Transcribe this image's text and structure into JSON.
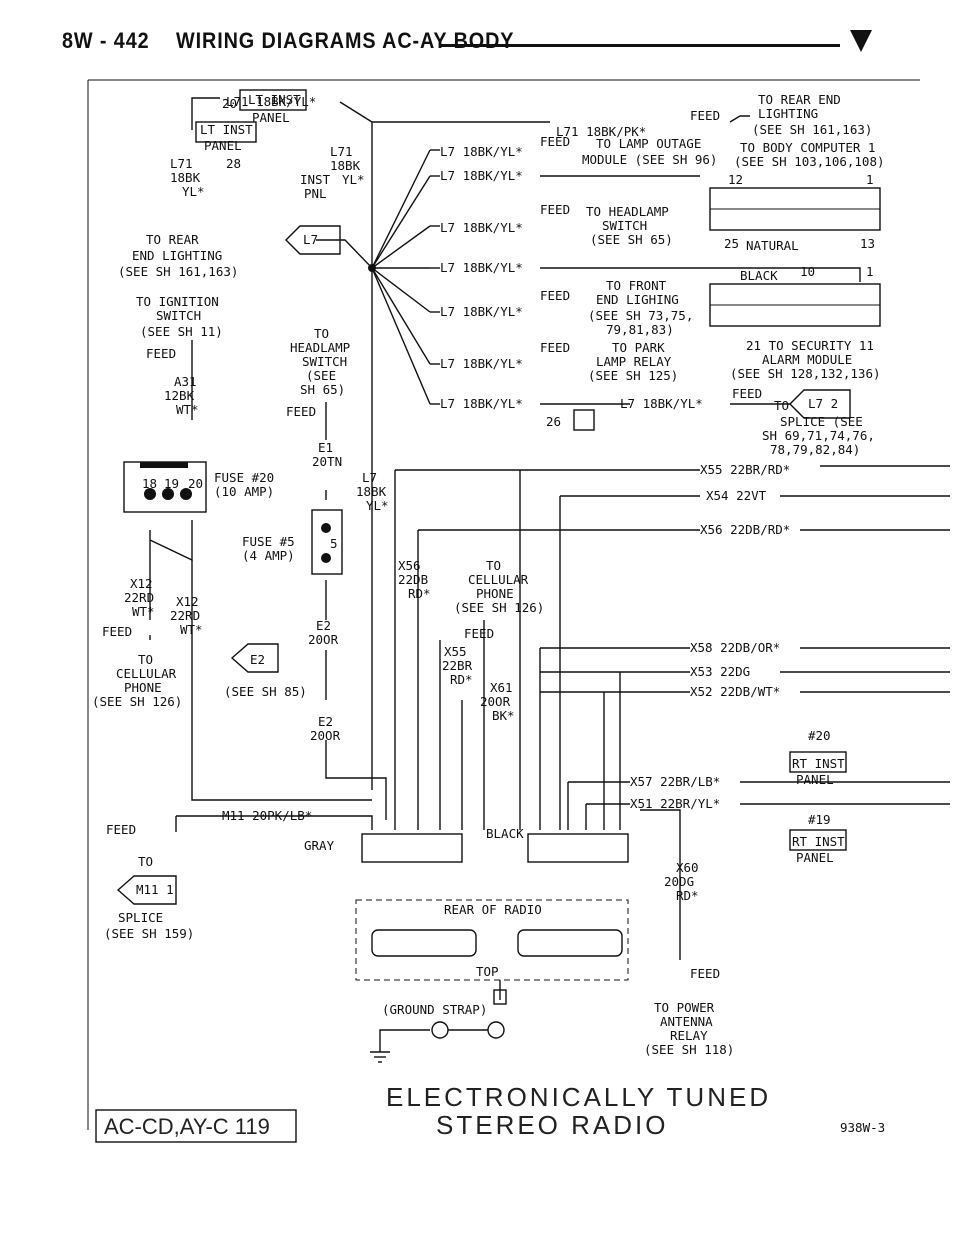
{
  "header": {
    "page_code": "8W - 442",
    "title": "WIRING DIAGRAMS AC-AY BODY"
  },
  "labels": {
    "l71_top": "L71 18BK/YL*",
    "lt_inst": "LT INST",
    "panel": "PANEL",
    "num_20": "20",
    "num_28": "28",
    "l71": "L71",
    "bk18": "18BK",
    "ylx": "YL*",
    "inst": "INST",
    "pnl": "PNL",
    "to_rear_end_a": "TO REAR",
    "to_rear_end_b": "END LIGHTING",
    "to_rear_end_c": "(SEE SH 161,163)",
    "to_rear_end_r1": "TO REAR END",
    "to_rear_end_r2": "LIGHTING",
    "to_rear_end_r3": "(SEE SH 161,163)",
    "l71_pk": "L71 18BK/PK*",
    "feed": "FEED",
    "l7_18bk_yl": "L7 18BK/YL*",
    "to_lamp_outage": "TO LAMP OUTAGE",
    "module_96": "MODULE (SEE SH 96)",
    "to_body_computer": "TO BODY COMPUTER 1",
    "see_103": "(SEE SH 103,106,108)",
    "num_12": "12",
    "num_1": "1",
    "num_25": "25",
    "natural": "NATURAL",
    "num_13": "13",
    "to_headlamp": "TO HEADLAMP",
    "switch": "SWITCH",
    "see_65": "(SEE SH 65)",
    "l7_label": "L7",
    "to_ignition": "TO IGNITION",
    "see_11": "(SEE SH 11)",
    "to_front": "TO FRONT",
    "black": "BLACK",
    "num_10": "10",
    "end_lighing": "END LIGHING",
    "see_73": "(SEE SH 73,75,",
    "see_79": "79,81,83)",
    "to": "TO",
    "headlamp_switch": "HEADLAMP",
    "see_open": "(SEE",
    "sh65": "SH 65)",
    "a31": "A31",
    "bk12": "12BK",
    "wtx": "WT*",
    "to_park": "TO PARK",
    "lamp_relay": "LAMP RELAY",
    "see_125": "(SEE SH 125)",
    "to_security": "21 TO SECURITY 11",
    "alarm_module": "ALARM MODULE",
    "see_128": "(SEE SH 128,132,136)",
    "l7_2": "L7 2",
    "num_26": "26",
    "splice_see": "SPLICE (SEE",
    "see_69": "SH 69,71,74,76,",
    "see_78": "78,79,82,84)",
    "e1": "E1",
    "tn20": "20TN",
    "fuse20": "FUSE #20",
    "amp10": "(10 AMP)",
    "c18": "18",
    "c19": "19",
    "c20": "20",
    "x55_top": "X55 22BR/RD*",
    "x54": "X54 22VT",
    "x56_top": "X56 22DB/RD*",
    "fuse5": "FUSE #5",
    "amp4": "(4 AMP)",
    "num_5": "5",
    "x56": "X56",
    "db22": "22DB",
    "rdx": "RD*",
    "to_cell": "TO",
    "cellular": "CELLULAR",
    "phone": "PHONE",
    "see_126": "(SEE SH 126)",
    "x12": "X12",
    "rd22": "22RD",
    "e2": "E2",
    "or20": "20OR",
    "x55": "X55",
    "br22": "22BR",
    "x58": "X58 22DB/OR*",
    "x53": "X53 22DG",
    "x52": "X52 22DB/WT*",
    "x61": "X61",
    "bkx": "BK*",
    "e2_tag": "E2",
    "see_85": "(SEE SH 85)",
    "num_20h": "#20",
    "rt_inst": "RT INST",
    "x57": "X57 22BR/LB*",
    "x51": "X51 22BR/YL*",
    "num_19h": "#19",
    "m11": "M11 20PK/LB*",
    "gray": "GRAY",
    "m11_1": "M11 1",
    "splice": "SPLICE",
    "see_159": "(SEE SH 159)",
    "x60": "X60",
    "dg20": "20DG",
    "rear_of_radio": "REAR OF RADIO",
    "top": "TOP",
    "ground_strap": "(GROUND STRAP)",
    "to_power": "TO POWER",
    "antenna": "ANTENNA",
    "relay": "RELAY",
    "see_118": "(SEE SH 118)",
    "main_title_1": "ELECTRONICALLY TUNED",
    "main_title_2": "STEREO RADIO",
    "model_box": "AC-CD,AY-C 119",
    "fig_code": "938W-3"
  }
}
